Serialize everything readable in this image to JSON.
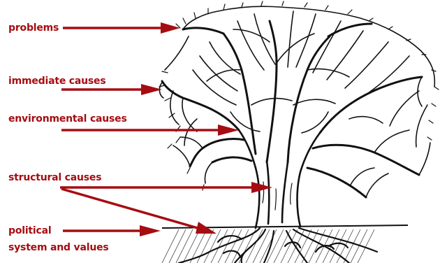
{
  "diagram": {
    "accent_color": "#a50d12",
    "ink_color": "#111111",
    "labels": {
      "problems": "problems",
      "immediate": "immediate causes",
      "environmental": "environmental causes",
      "structural": "structural causes",
      "political_line1": "political",
      "political_line2": "system and values"
    },
    "illustration": "tree-with-roots"
  }
}
